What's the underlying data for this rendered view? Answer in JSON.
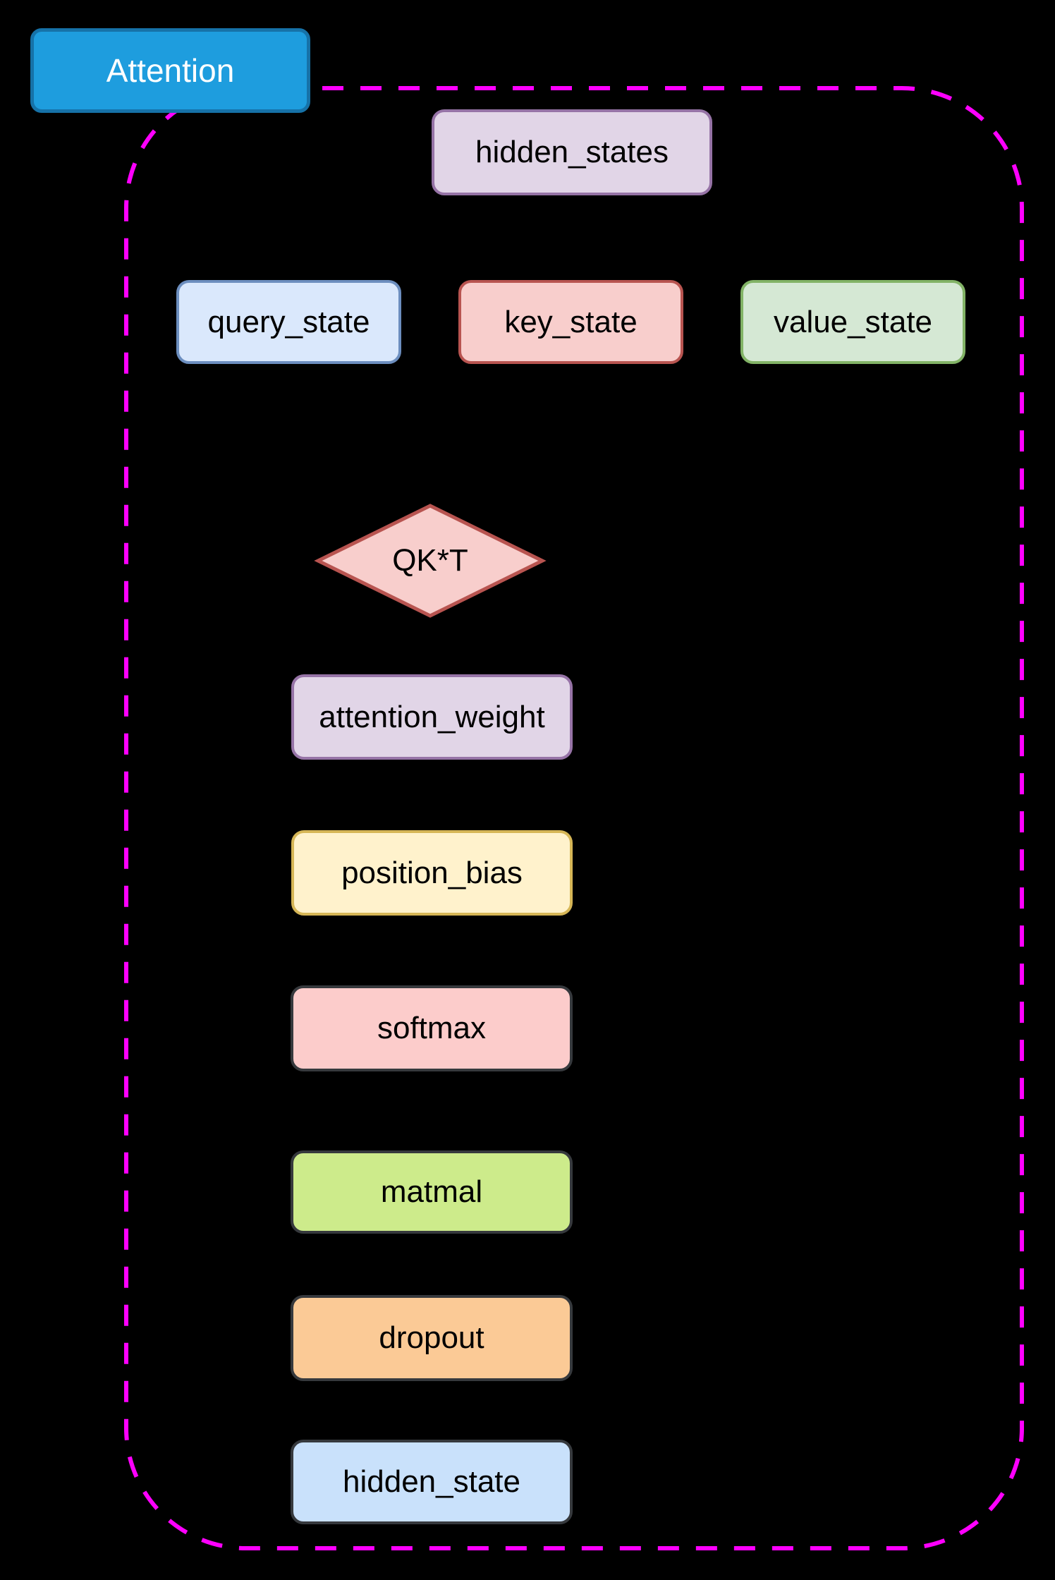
{
  "diagram": {
    "background_color": "#000000",
    "title": {
      "label": "Attention",
      "fill": "#1E9DDE",
      "border": "#1672A8",
      "text_color": "#FFFFFF"
    },
    "container": {
      "border_color": "#FF00FF",
      "border_style": "dashed",
      "shape": "rounded-rectangle"
    },
    "nodes": {
      "hidden_states": {
        "label": "hidden_states",
        "fill": "#E1D5E7",
        "border": "#9673A6"
      },
      "query_state": {
        "label": "query_state",
        "fill": "#DAE8FC",
        "border": "#6C8EBF"
      },
      "key_state": {
        "label": "key_state",
        "fill": "#F8CECC",
        "border": "#B85450"
      },
      "value_state": {
        "label": "value_state",
        "fill": "#D5E8D4",
        "border": "#82B366"
      },
      "qkt": {
        "label": "QK*T",
        "fill": "#F8CECC",
        "border": "#B85450",
        "shape": "diamond"
      },
      "attention_weight": {
        "label": "attention_weight",
        "fill": "#E1D5E7",
        "border": "#9673A6"
      },
      "position_bias": {
        "label": "position_bias",
        "fill": "#FFF2CC",
        "border": "#D6B656"
      },
      "softmax": {
        "label": "softmax",
        "fill": "#FCCCCB",
        "border": "#36393D"
      },
      "matmal": {
        "label": "matmal",
        "fill": "#CDEB8B",
        "border": "#36393D"
      },
      "dropout": {
        "label": "dropout",
        "fill": "#FBCA96",
        "border": "#36393D"
      },
      "hidden_state": {
        "label": "hidden_state",
        "fill": "#C9E1FB",
        "border": "#36393D"
      }
    }
  }
}
